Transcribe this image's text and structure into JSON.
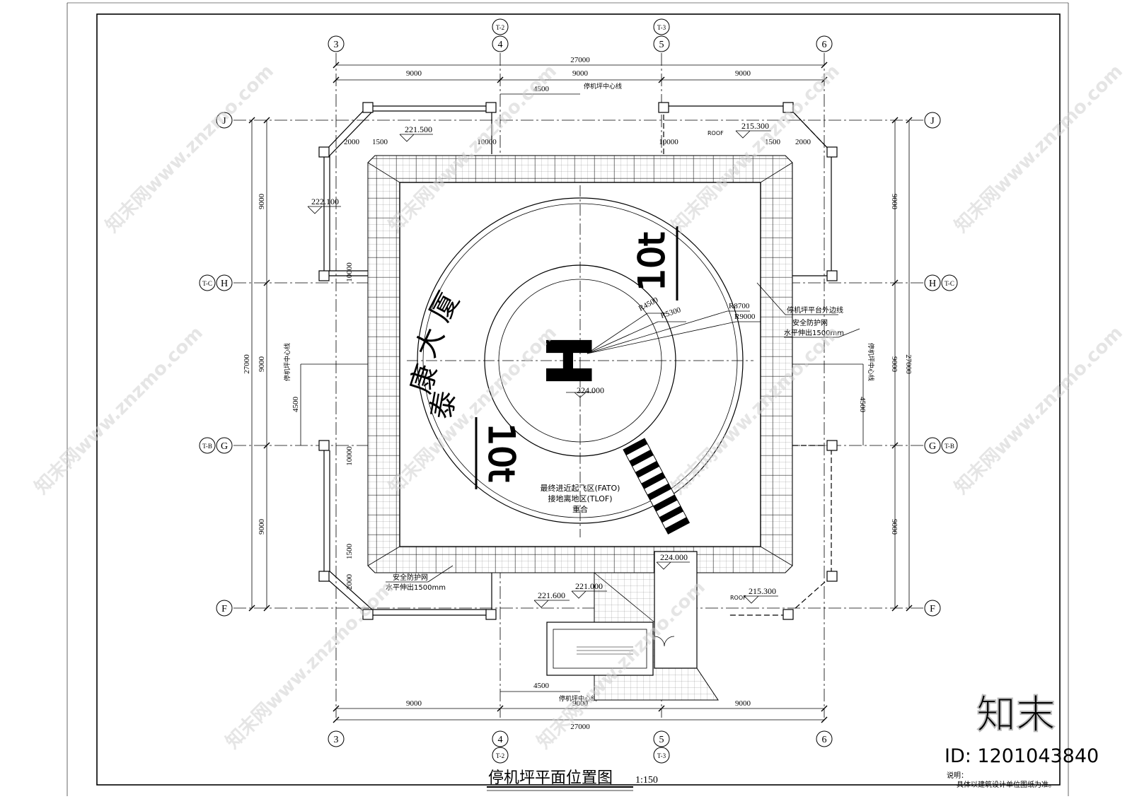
{
  "drawing": {
    "title": "停机坪平面位置图",
    "scale": "1:150",
    "note_line1": "说明：",
    "note_line2": "具体以建筑设计单位图纸为准。",
    "building_name_chars": [
      "泰",
      "康",
      "大",
      "厦"
    ],
    "helipad_mark": "H",
    "weight_mark": "10t",
    "circle_labels": {
      "r4500": "R4500",
      "r5300": "R5300",
      "r8700": "R8700",
      "r9000": "R9000"
    },
    "fato_note": [
      "最终进近起飞区(FATO)",
      "接地离地区(TLOF)",
      "重合"
    ],
    "leader_notes": {
      "platform_edge": "停机坪平台外边线",
      "safety_net_right_1": "安全防护网",
      "safety_net_right_2": "水平伸出1500mm",
      "safety_net_bottom_1": "安全防护网",
      "safety_net_bottom_2": "水平伸出1500mm"
    },
    "centerline_labels": {
      "top": "停机坪中心线",
      "bottom": "停机坪中心线",
      "left": "停机坪中心线",
      "right": "停机坪中心线"
    },
    "roof_label": "ROOF",
    "elevations": {
      "top_left": "221.500",
      "left": "222.100",
      "top_right": "215.300",
      "center": "224.000",
      "stair_top": "224.000",
      "stair_1": "221.600",
      "stair_2": "221.000",
      "bottom_right": "215.300"
    },
    "dimensions": {
      "overall_top": "27000",
      "overall_bottom": "27000",
      "overall_left": "27000",
      "overall_right": "27000",
      "bay_top": [
        "9000",
        "9000",
        "9000"
      ],
      "bay_bottom": [
        "9000",
        "9000",
        "9000"
      ],
      "bay_left": [
        "9000",
        "9000",
        "9000"
      ],
      "bay_right": [
        "9000",
        "9000",
        "9000"
      ],
      "offset_top": "4500",
      "offset_bottom": "4500",
      "offset_left": "4500",
      "offset_right": "4500",
      "d2000": "2000",
      "d1500": "1500",
      "d10000": "10000"
    },
    "axes": {
      "top": [
        "3",
        "4",
        "5",
        "6"
      ],
      "top_sub": [
        "T-2",
        "T-3"
      ],
      "left": [
        "J",
        "H",
        "G",
        "F"
      ],
      "left_sub": [
        "T-C",
        "T-B"
      ],
      "right_sub": [
        "T-C",
        "T-B"
      ]
    },
    "watermark_logo": "知末",
    "watermark_id": "ID: 1201043840",
    "watermark_repeat": "知末网www.znzmo.com"
  }
}
